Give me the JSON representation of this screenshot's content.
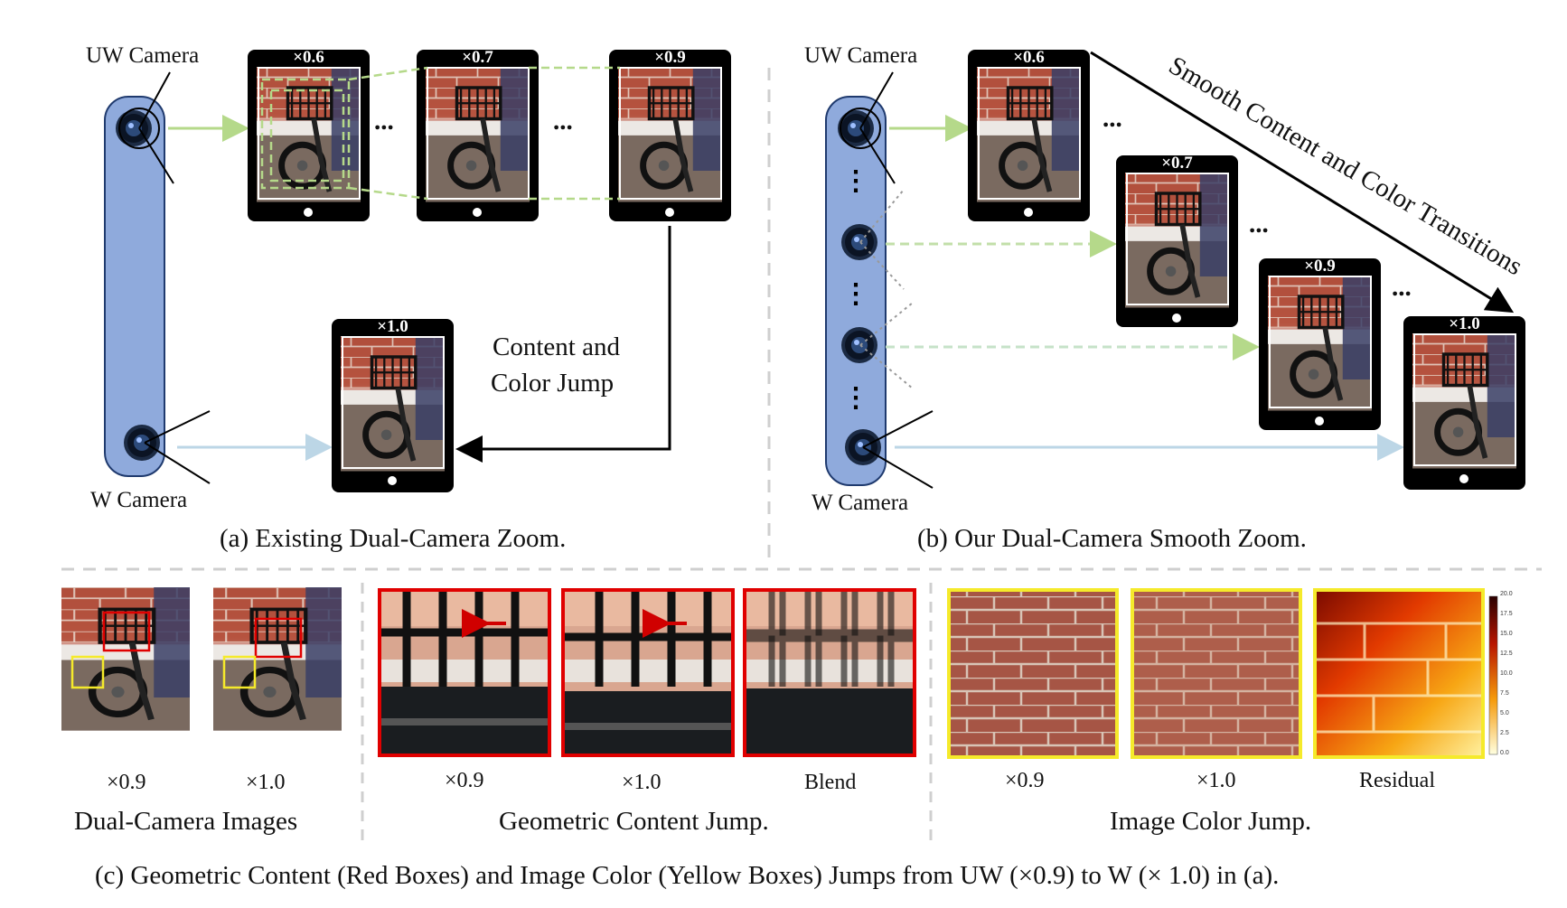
{
  "panel_a": {
    "uw_label": "UW Camera",
    "w_label": "W Camera",
    "zoom_levels": [
      "×0.6",
      "×0.7",
      "×0.9",
      "×1.0"
    ],
    "ellipsis": "...",
    "jump_text_line1": "Content and",
    "jump_text_line2": "Color Jump",
    "caption": "(a) Existing Dual-Camera Zoom."
  },
  "panel_b": {
    "uw_label": "UW Camera",
    "w_label": "W Camera",
    "zoom_levels": [
      "×0.6",
      "×0.7",
      "×0.9",
      "×1.0"
    ],
    "ellipsis": "...",
    "transition_text": "Smooth Content and Color Transitions",
    "caption": "(b) Our Dual-Camera Smooth Zoom."
  },
  "panel_c": {
    "dual": {
      "labels": [
        "×0.9",
        "×1.0"
      ],
      "title": "Dual-Camera Images"
    },
    "geometric": {
      "labels": [
        "×0.9",
        "×1.0",
        "Blend"
      ],
      "title": "Geometric Content Jump."
    },
    "color": {
      "labels": [
        "×0.9",
        "×1.0",
        "Residual"
      ],
      "title": "Image Color Jump."
    },
    "colorbar_ticks": [
      "20.0",
      "17.5",
      "15.0",
      "12.5",
      "10.0",
      "7.5",
      "5.0",
      "2.5",
      "0.0"
    ],
    "caption": "(c) Geometric Content (Red Boxes) and Image Color (Yellow Boxes) Jumps from UW (×0.9) to W (× 1.0) in (a)."
  },
  "colors": {
    "camera_body": "#8faadc",
    "uw_arrow": "#b5d98a",
    "w_arrow": "#bcd6e6",
    "red_box": "#e00000",
    "yellow_box": "#f5ea2b",
    "phone": "#000000"
  }
}
